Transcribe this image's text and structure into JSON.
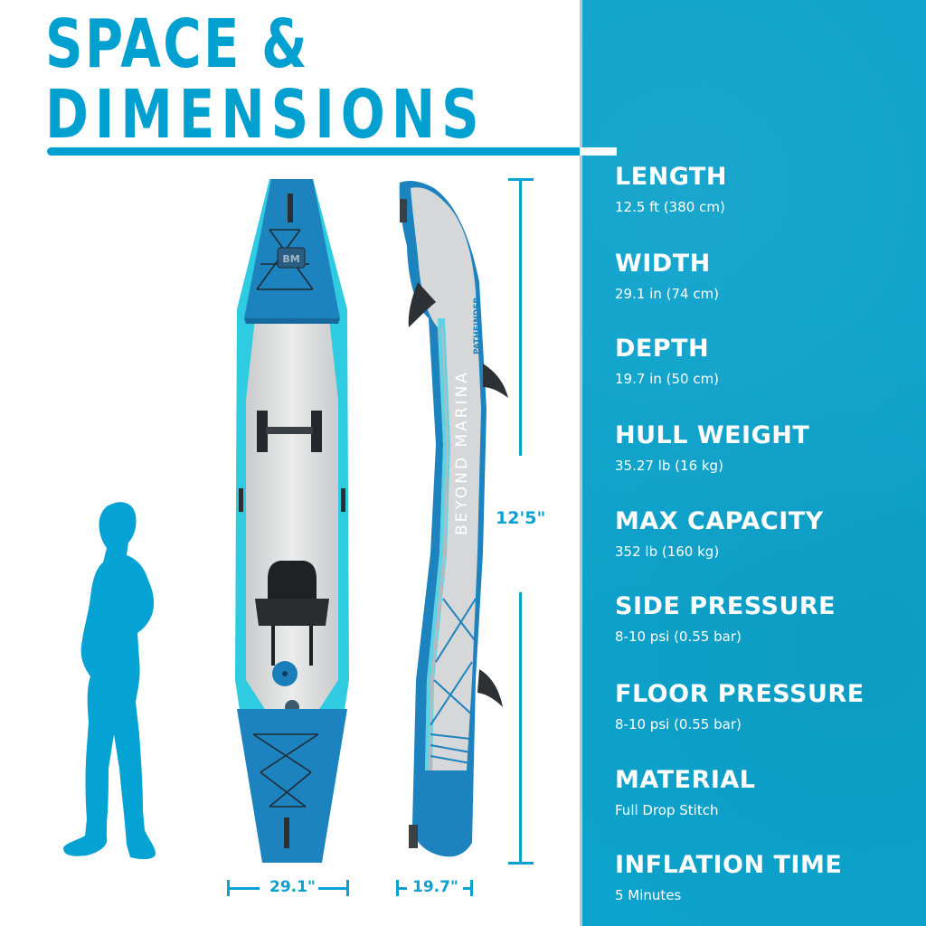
{
  "header": {
    "title_line1": "SPACE &",
    "title_line2": "DIMENSIONS"
  },
  "colors": {
    "accent": "#00a0d0",
    "panel": "#0da2cb",
    "kayak_blue": "#1a7fb8",
    "kayak_cyan": "#35d0e3",
    "kayak_grey": "#d4d6d8"
  },
  "product": {
    "brand": "BEYOND MARINA",
    "model": "PATHFINDER",
    "logo": "BM"
  },
  "dimension_labels": {
    "length": "12'5\"",
    "width": "29.1\"",
    "depth": "19.7\""
  },
  "specs": [
    {
      "label": "LENGTH",
      "value": "12.5 ft (380 cm)"
    },
    {
      "label": "WIDTH",
      "value": "29.1 in (74 cm)"
    },
    {
      "label": "DEPTH",
      "value": "19.7 in (50 cm)"
    },
    {
      "label": "HULL WEIGHT",
      "value": "35.27 lb (16 kg)"
    },
    {
      "label": "MAX CAPACITY",
      "value": "352 lb (160 kg)"
    },
    {
      "label": "SIDE PRESSURE",
      "value": "8-10 psi (0.55 bar)"
    },
    {
      "label": "FLOOR PRESSURE",
      "value": "8-10 psi (0.55 bar)"
    },
    {
      "label": "MATERIAL",
      "value": "Full Drop Stitch"
    },
    {
      "label": "INFLATION TIME",
      "value": "5 Minutes"
    }
  ]
}
